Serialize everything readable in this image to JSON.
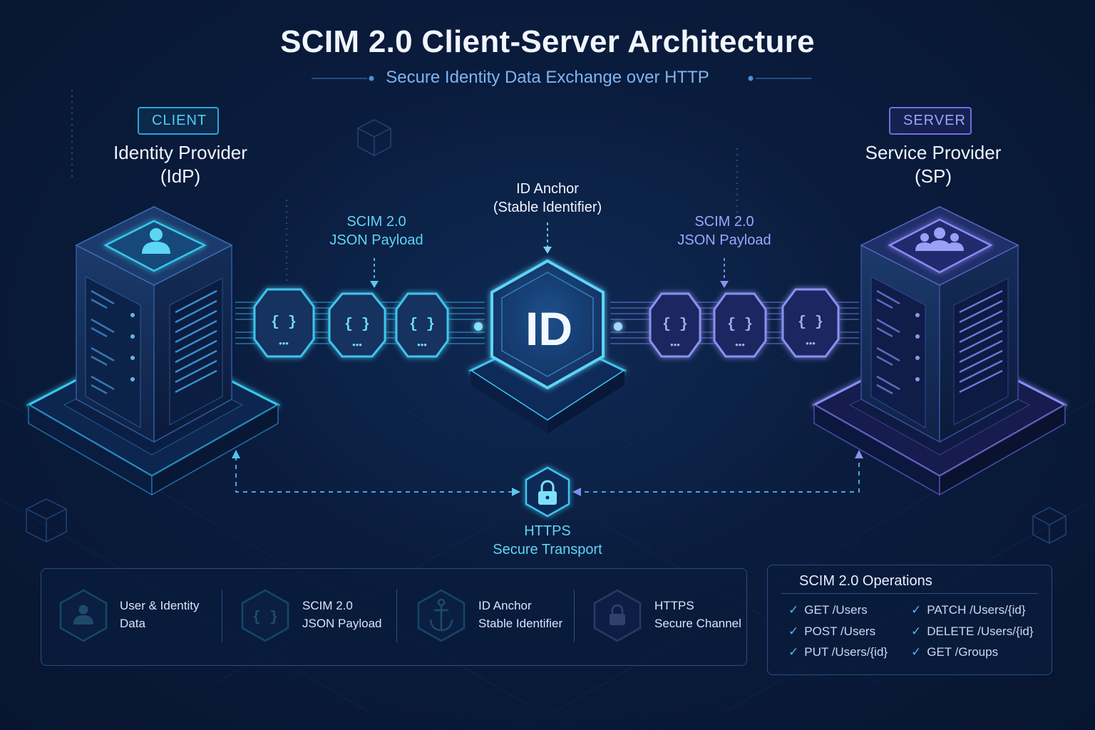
{
  "header": {
    "title": "SCIM 2.0 Client-Server Architecture",
    "subtitle": "Secure Identity Data Exchange over HTTP"
  },
  "client": {
    "badge": "CLIENT",
    "name_line1": "Identity Provider",
    "name_line2": "(IdP)",
    "icon": "user-icon",
    "color": "#38c8ec"
  },
  "server": {
    "badge": "SERVER",
    "name_line1": "Service Provider",
    "name_line2": "(SP)",
    "icon": "users-group-icon",
    "color": "#8a8cf2"
  },
  "payload_left": {
    "line1": "SCIM 2.0",
    "line2": "JSON Payload"
  },
  "payload_right": {
    "line1": "SCIM 2.0",
    "line2": "JSON Payload"
  },
  "anchor": {
    "line1": "ID Anchor",
    "line2": "(Stable Identifier)",
    "center": "ID"
  },
  "payload_glyph": "{ }",
  "payload_dots": "•••",
  "transport": {
    "line1": "HTTPS",
    "line2": "Secure Transport",
    "icon": "lock-icon"
  },
  "legend": [
    {
      "icon": "user-icon",
      "line1": "User & Identity",
      "line2": "Data"
    },
    {
      "icon": "braces-icon",
      "line1": "SCIM 2.0",
      "line2": "JSON Payload"
    },
    {
      "icon": "anchor-icon",
      "line1": "ID Anchor",
      "line2": "Stable Identifier"
    },
    {
      "icon": "lock-icon",
      "line1": "HTTPS",
      "line2": "Secure Channel"
    }
  ],
  "operations": {
    "title": "SCIM 2.0 Operations",
    "items": [
      "GET /Users",
      "POST /Users",
      "PUT /Users/{id}",
      "PATCH /Users/{id}",
      "DELETE /Users/{id}",
      "GET /Groups"
    ]
  },
  "colors": {
    "cyan": "#38c8ec",
    "violet": "#8a8cf2",
    "background": "#0a1c3d"
  }
}
